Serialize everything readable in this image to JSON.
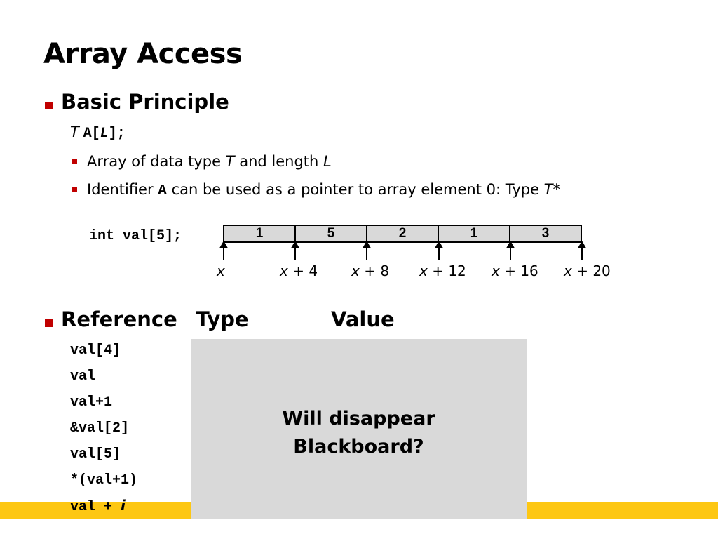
{
  "title": "Array Access",
  "section1": {
    "heading": "Basic Principle",
    "decl": {
      "type": "T",
      "name": "A[",
      "len": "L",
      "close": "];"
    },
    "bullets": {
      "b1": {
        "pre": "Array of data type ",
        "T": "T",
        "mid": " and length ",
        "L": "L"
      },
      "b2": {
        "pre": "Identifier ",
        "A": "A",
        "post": " can be used as a pointer to array element 0: Type ",
        "T": "T*"
      }
    }
  },
  "diagram": {
    "decl": "int val[5];",
    "cells": [
      "1",
      "5",
      "2",
      "1",
      "3"
    ],
    "addresses": [
      {
        "x": "x",
        "offset": ""
      },
      {
        "x": "x",
        "offset": " + 4"
      },
      {
        "x": "x",
        "offset": " + 8"
      },
      {
        "x": "x",
        "offset": " + 12"
      },
      {
        "x": "x",
        "offset": " + 16"
      },
      {
        "x": "x",
        "offset": " + 20"
      }
    ]
  },
  "section2": {
    "col_reference": "Reference",
    "col_type": "Type",
    "col_value": "Value",
    "rows": [
      "val[4]",
      "val",
      "val+1",
      "&val[2]",
      "val[5]",
      "*(val+1)"
    ],
    "last_row": {
      "pre": "val + ",
      "var": "i"
    }
  },
  "overlay": {
    "line1": "Will disappear",
    "line2": "Blackboard?"
  },
  "colors": {
    "bullet": "#c00000",
    "footer": "#fdc713",
    "box": "#d9d9d9"
  }
}
